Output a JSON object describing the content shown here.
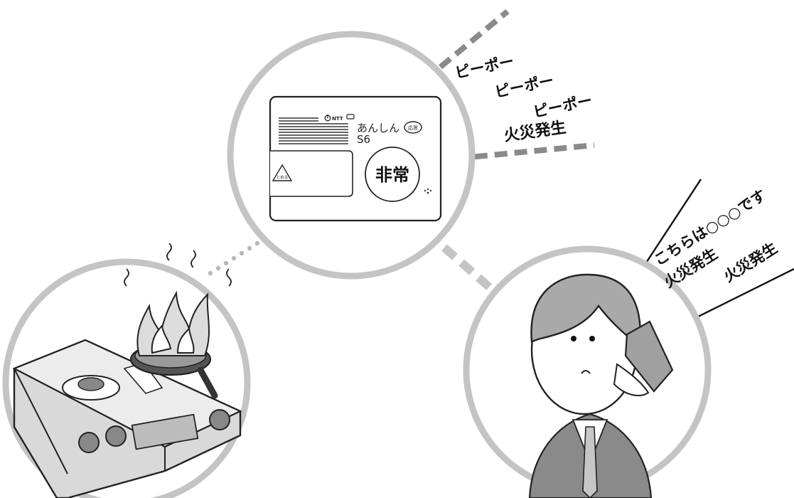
{
  "alarm_sound": [
    "ピーポー",
    "ピーポー",
    "ピーポー"
  ],
  "alarm_message": "火災発生",
  "device": {
    "brand": "NTT",
    "name": "あんしん",
    "model": "S6",
    "answer_button": "応答",
    "emergency_button": "非常",
    "stop_button": "とめる"
  },
  "phone_message": {
    "line1": "こちらは○○○です",
    "line2": "火災発生",
    "line3": "火災発生"
  }
}
